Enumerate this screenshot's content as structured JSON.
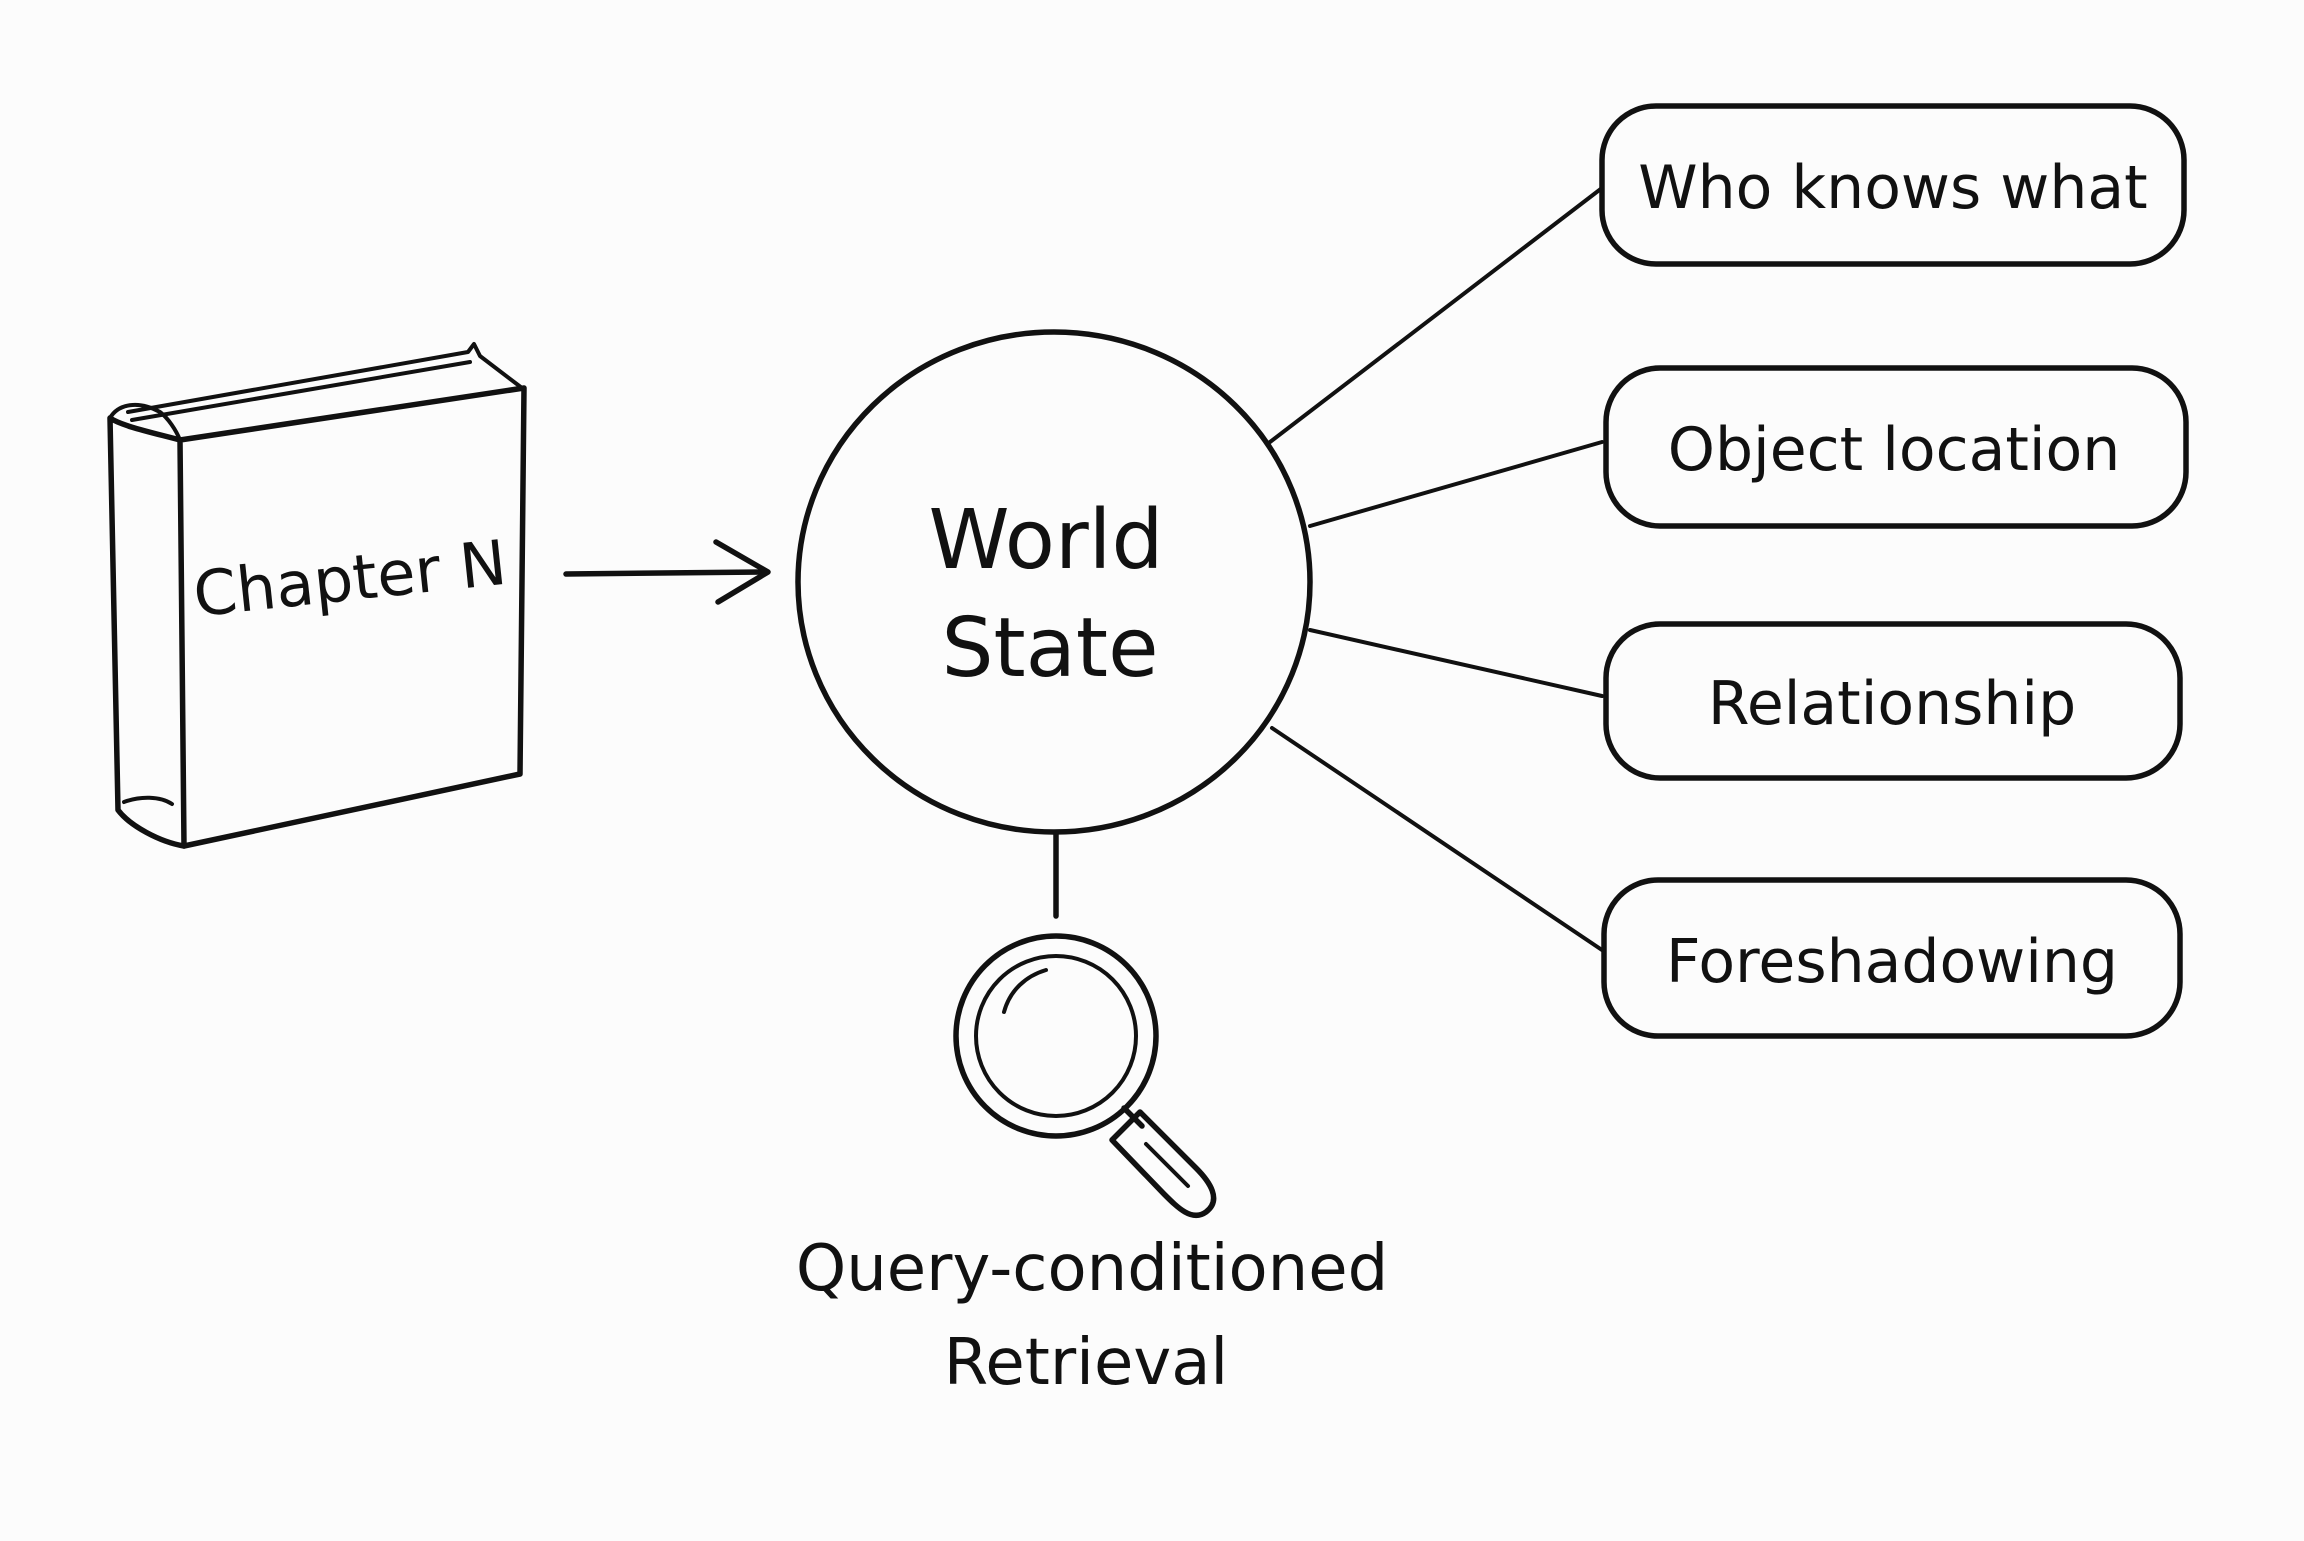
{
  "diagram": {
    "book": {
      "label": "Chapter N"
    },
    "center": {
      "line1": "World",
      "line2": "State"
    },
    "attributes": [
      {
        "label": "Who knows what"
      },
      {
        "label": "Object location"
      },
      {
        "label": "Relationship"
      },
      {
        "label": "Foreshadowing"
      }
    ],
    "retrieval": {
      "icon": "magnifying-glass-icon",
      "line1": "Query-conditioned",
      "line2": "Retrieval"
    }
  }
}
